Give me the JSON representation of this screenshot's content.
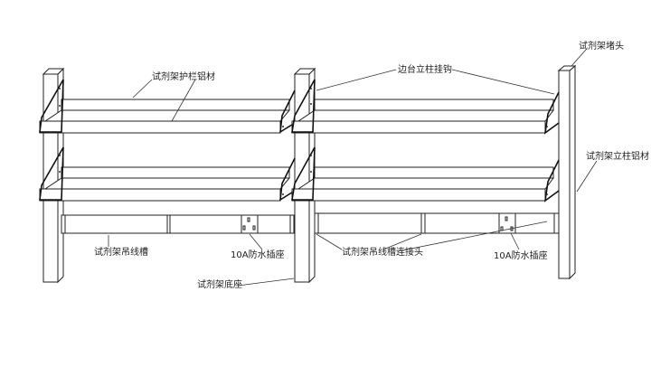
{
  "labels": {
    "guardrail": "试剂架护栏铝材",
    "hook": "边台立柱挂钩",
    "endcap": "试剂架堵头",
    "post": "试剂架立柱铝材",
    "trough": "试剂架吊线槽",
    "socket_left": "10A防水插座",
    "base": "试剂架底座",
    "trough_connector": "试剂架吊线槽连接头",
    "socket_right": "10A防水插座"
  }
}
